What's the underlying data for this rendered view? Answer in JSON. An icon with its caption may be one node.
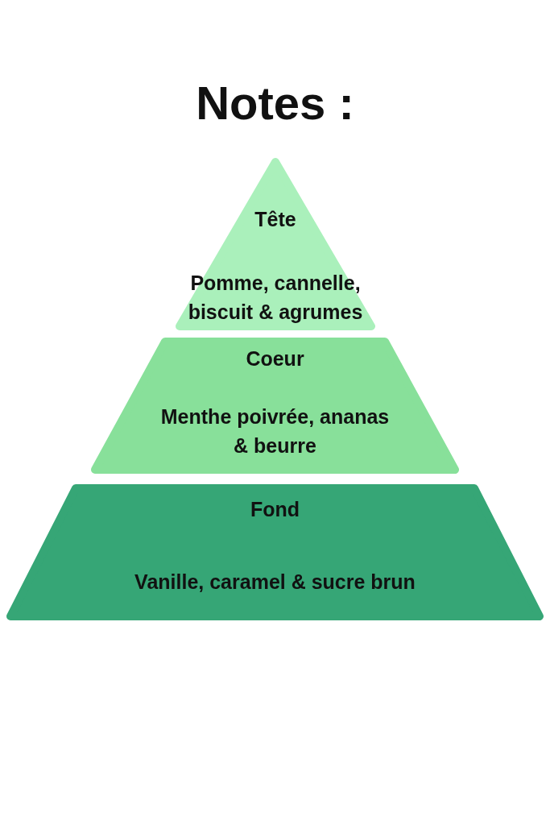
{
  "diagram": {
    "title": "Notes :",
    "nodes": [
      {
        "text": [
          "Tête",
          "Pomme, cannelle, biscuit & agrumes"
        ]
      },
      {
        "text": [
          "Coeur",
          "Menthe poivrée, ananas & beurre"
        ]
      },
      {
        "text": [
          "Fond",
          "Vanille, caramel & sucre brun"
        ]
      }
    ]
  }
}
